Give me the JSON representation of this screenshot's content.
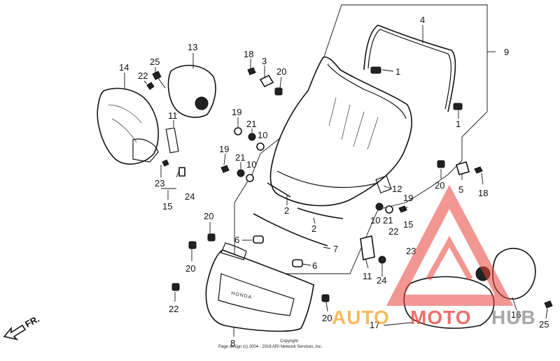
{
  "brand_text": "HONDA",
  "front_label": "FR.",
  "copyright_lines": [
    "Copyright",
    "Page design (c) 2004 - 2016 ARI Network Services, Inc."
  ],
  "watermark": {
    "text_part1": "AUTO",
    "text_part2": "MOTO",
    "text_part3": "HUB",
    "color_orange": "#f4a52a",
    "color_red": "#e8413a",
    "color_gray": "#8a8a8a"
  },
  "callouts": [
    {
      "id": "c4",
      "label": "4"
    },
    {
      "id": "c9",
      "label": "9"
    },
    {
      "id": "c1a",
      "label": "1"
    },
    {
      "id": "c1b",
      "label": "1"
    },
    {
      "id": "c13",
      "label": "13"
    },
    {
      "id": "c14",
      "label": "14"
    },
    {
      "id": "c25a",
      "label": "25"
    },
    {
      "id": "c22a",
      "label": "22"
    },
    {
      "id": "c11a",
      "label": "11"
    },
    {
      "id": "c18a",
      "label": "18"
    },
    {
      "id": "c3",
      "label": "3"
    },
    {
      "id": "c20a",
      "label": "20"
    },
    {
      "id": "c19a",
      "label": "19"
    },
    {
      "id": "c21a",
      "label": "21"
    },
    {
      "id": "c10a",
      "label": "10"
    },
    {
      "id": "c19b",
      "label": "19"
    },
    {
      "id": "c21b",
      "label": "21"
    },
    {
      "id": "c10b",
      "label": "10"
    },
    {
      "id": "c23a",
      "label": "23"
    },
    {
      "id": "c24a",
      "label": "24"
    },
    {
      "id": "c15a",
      "label": "15"
    },
    {
      "id": "c12",
      "label": "12"
    },
    {
      "id": "c20b",
      "label": "20"
    },
    {
      "id": "c5",
      "label": "5"
    },
    {
      "id": "c18b",
      "label": "18"
    },
    {
      "id": "c2a",
      "label": "2"
    },
    {
      "id": "c2b",
      "label": "2"
    },
    {
      "id": "c19c",
      "label": "19"
    },
    {
      "id": "c10c",
      "label": "10"
    },
    {
      "id": "c21c",
      "label": "21"
    },
    {
      "id": "c22b",
      "label": "22"
    },
    {
      "id": "c15b",
      "label": "15"
    },
    {
      "id": "c23b",
      "label": "23"
    },
    {
      "id": "c20c",
      "label": "20"
    },
    {
      "id": "c6a",
      "label": "6"
    },
    {
      "id": "c7",
      "label": "7"
    },
    {
      "id": "c6b",
      "label": "6"
    },
    {
      "id": "c20d",
      "label": "20"
    },
    {
      "id": "c11b",
      "label": "11"
    },
    {
      "id": "c24b",
      "label": "24"
    },
    {
      "id": "c22c",
      "label": "22"
    },
    {
      "id": "c20e",
      "label": "20"
    },
    {
      "id": "c8",
      "label": "8"
    },
    {
      "id": "c17",
      "label": "17"
    },
    {
      "id": "c16",
      "label": "16"
    },
    {
      "id": "c25b",
      "label": "25"
    }
  ]
}
